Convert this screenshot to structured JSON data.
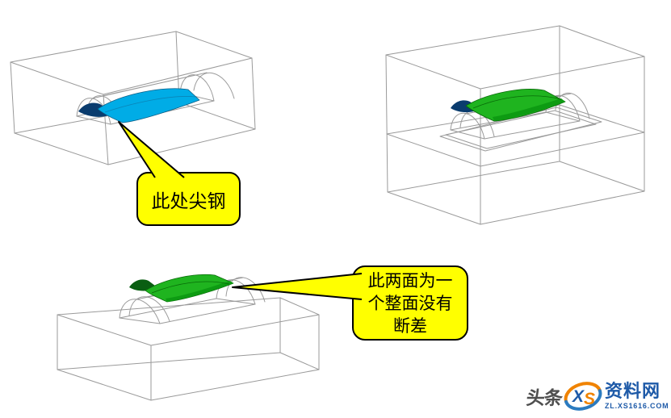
{
  "colors": {
    "wireframe": "#9a9a9a",
    "surface_cyan": "#00ACE6",
    "surface_green": "#1FB41F",
    "surface_green_dark": "#0D9B12",
    "sliver_navy": "#0A3C6E",
    "sliver_dark_green": "#0A5E12",
    "callout_yellow": "#FFFF00",
    "callout_border": "#000000",
    "watermark_blue": "#1E5AA8",
    "watermark_blue_light": "#2B7BC0",
    "watermark_orange": "#F08300",
    "watermark_gray": "#4F4F4F"
  },
  "callouts": {
    "sharp_steel": {
      "text": "此处尖钢"
    },
    "whole_face": {
      "line1": "此两面为一",
      "line2": "个整面没有",
      "line3": "断差"
    }
  },
  "watermark": {
    "prefix": "头条",
    "logo_text_x": "X",
    "logo_text_s": "S",
    "site_name": "资料网",
    "site_url": "ZL.XS1616.COM"
  }
}
